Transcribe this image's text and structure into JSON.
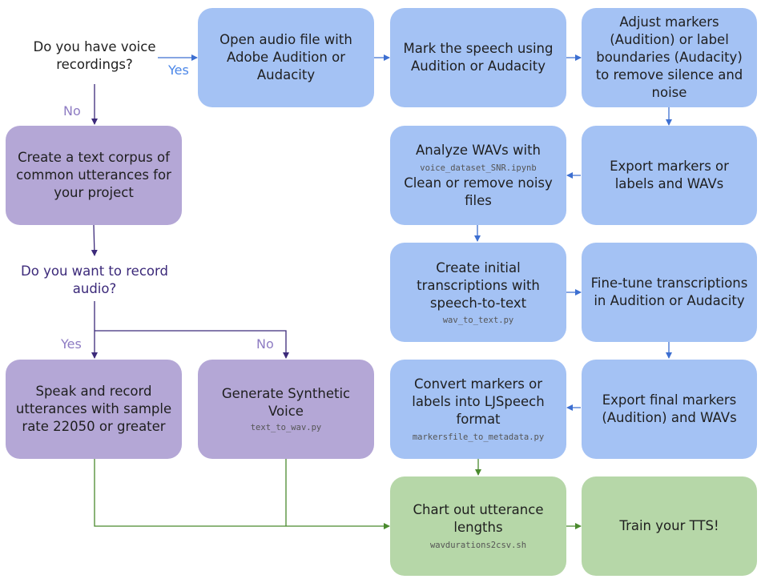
{
  "colors": {
    "blue_box": "#a4c2f4",
    "purple_box": "#b4a7d6",
    "green_box": "#b6d7a8",
    "blue_edge": "#3d6fd1",
    "purple_edge": "#3c2a7a",
    "green_edge": "#4a8a2e",
    "blue_label": "#4a86e8",
    "purple_label": "#8e7cc3"
  },
  "questions": {
    "q_voice": "Do you have voice recordings?",
    "q_record": "Do you want to record audio?"
  },
  "edge_labels": {
    "yes_open_audio": "Yes",
    "no_create_corpus": "No",
    "yes_speak_record": "Yes",
    "no_synthetic": "No"
  },
  "boxes": {
    "open_audio": {
      "text": "Open audio file with Adobe Audition or Audacity"
    },
    "mark_speech": {
      "text": "Mark the speech using Audition or Audacity"
    },
    "adjust_markers": {
      "text": "Adjust markers (Audition) or label boundaries (Audacity) to remove silence and noise"
    },
    "create_corpus": {
      "text": "Create a text corpus of common utterances for your project"
    },
    "analyze_wavs": {
      "text_top": "Analyze WAVs with",
      "code": "voice_dataset_SNR.ipynb",
      "text_bottom": "Clean or remove noisy files"
    },
    "export_markers": {
      "text": "Export markers or labels and WAVs"
    },
    "create_transcriptions": {
      "text": "Create initial transcriptions with speech-to-text",
      "code": "wav_to_text.py"
    },
    "fine_tune": {
      "text": "Fine-tune transcriptions in Audition or Audacity"
    },
    "speak_record": {
      "text": "Speak and record utterances with sample rate 22050 or greater"
    },
    "synthetic_voice": {
      "text": "Generate Synthetic Voice",
      "code": "text_to_wav.py"
    },
    "convert_markers": {
      "text": "Convert markers or labels into LJSpeech format",
      "code": "markersfile_to_metadata.py"
    },
    "export_final": {
      "text": "Export final markers (Audition) and WAVs"
    },
    "chart_lengths": {
      "text": "Chart out utterance lengths",
      "code": "wavdurations2csv.sh"
    },
    "train_tts": {
      "text": "Train your TTS!"
    }
  }
}
